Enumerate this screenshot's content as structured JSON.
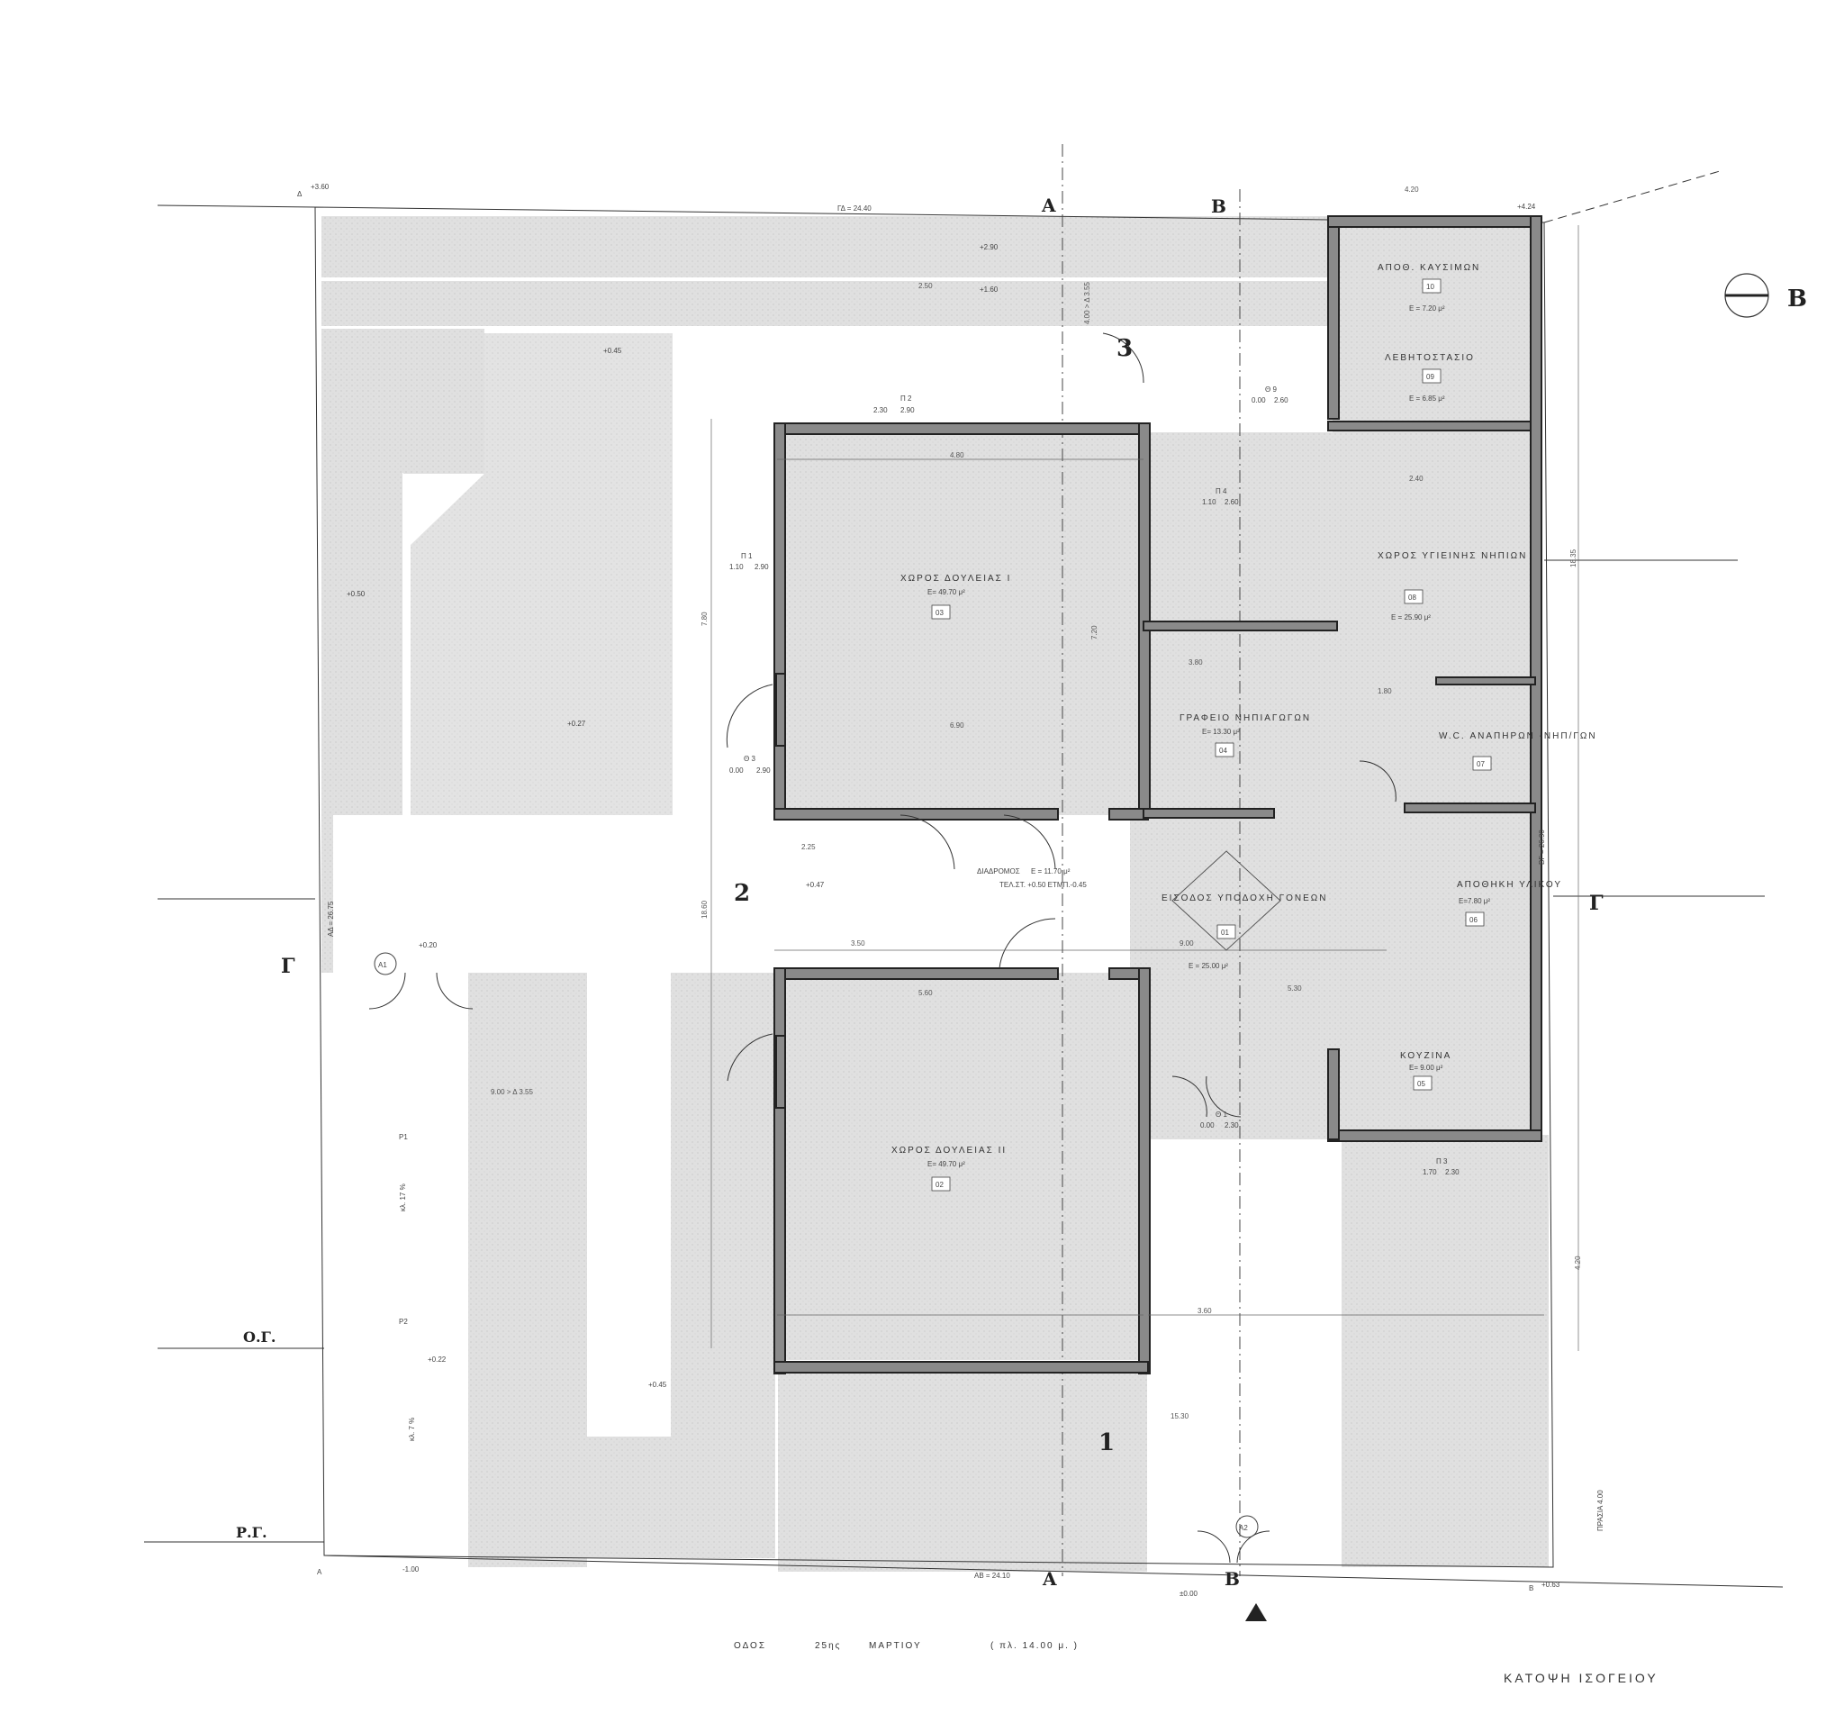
{
  "drawing_title": "ΚΑΤΟΨΗ ΙΣΟΓΕΙΟΥ",
  "street": {
    "name": "ΟΔΟΣ",
    "date_num": "25ης",
    "month": "ΜΑΡΤΙΟΥ",
    "width": "( πλ. 14.00 μ. )"
  },
  "boundary": {
    "top": "ΓΔ = 24.40",
    "bottom": "ΑΒ = 24.10",
    "left": "ΑΔ = 26.75",
    "right": "ΒΓ = 26.90",
    "corner_A": "Α",
    "corner_B": "Β",
    "corner_D": "Δ",
    "prasia": "ΠΡΑΣΙΑ 4.00",
    "od_line": "Ο.Γ.",
    "rg_line": "Ρ.Γ."
  },
  "sections": {
    "A": "Α",
    "B": "Β",
    "G": "Γ"
  },
  "outdoor_numbers": [
    "1",
    "2",
    "3"
  ],
  "rooms": [
    {
      "name": "ΧΩΡΟΣ ΔΟΥΛΕΙΑΣ Ι",
      "area": "Ε= 49.70 μ²",
      "num": "03"
    },
    {
      "name": "ΧΩΡΟΣ ΔΟΥΛΕΙΑΣ ΙΙ",
      "area": "Ε= 49.70 μ²",
      "num": "02"
    },
    {
      "name": "ΓΡΑΦΕΙΟ ΝΗΠΙΑΓΩΓΩΝ",
      "area": "Ε= 13.30 μ²",
      "num": "04"
    },
    {
      "name": "ΕΙΣΟΔΟΣ ΥΠΟΔΟΧΗ ΓΟΝΕΩΝ",
      "area": "Ε = 25.00 μ²",
      "num": "01"
    },
    {
      "name": "ΚΟΥΖΙΝΑ",
      "area": "Ε= 9.00 μ²",
      "num": "05"
    },
    {
      "name": "ΑΠΟΘΗΚΗ ΥΛΙΚΟΥ",
      "area": "Ε=7.80 μ²",
      "num": "06"
    },
    {
      "name": "W.C. ΑΝΑΠΗΡΩΝ -ΝΗΠ/ΓΩΝ",
      "area": "",
      "num": "07"
    },
    {
      "name": "ΧΩΡΟΣ ΥΓΙΕΙΝΗΣ ΝΗΠΙΩΝ",
      "area": "Ε = 25.90 μ²",
      "num": "08"
    },
    {
      "name": "ΛΕΒΗΤΟΣΤΑΣΙΟ",
      "area": "Ε = 6.85 μ²",
      "num": "09"
    },
    {
      "name": "ΑΠΟΘ. ΚΑΥΣΙΜΩΝ",
      "area": "Ε = 7.20 μ²",
      "num": "10"
    },
    {
      "name": "ΔΙΑΔΡΟΜΟΣ",
      "area": "Ε = 11.70 μ²",
      "num": ""
    }
  ],
  "levels": [
    "+3.60",
    "+2.90",
    "+1.60",
    "+0.45",
    "+0.50",
    "+0.27",
    "+0.47",
    "+0.20",
    "+0.22",
    "+0.45",
    "-1.00",
    "±0.00",
    "+4.24",
    "+0.63"
  ],
  "openings": [
    {
      "code": "Π 2",
      "a": "2.30",
      "b": "2.90"
    },
    {
      "code": "Π 1",
      "a": "1.10",
      "b": "2.90"
    },
    {
      "code": "Θ 3",
      "a": "0.00",
      "b": "2.90"
    },
    {
      "code": "Θ 1",
      "a": "0.00",
      "b": "2.30"
    },
    {
      "code": "Π 3",
      "a": "1.70",
      "b": "2.30"
    },
    {
      "code": "Θ 9",
      "a": "0.00",
      "b": "2.60"
    },
    {
      "code": "Π 4",
      "a": "1.10",
      "b": "2.60"
    }
  ],
  "parking": {
    "p1": "Ρ1",
    "p2": "Ρ2",
    "slope1": "κλ. 17 %",
    "slope2": "κλ. 7 %",
    "entry1": "Α1",
    "entry2": "Α2"
  },
  "dims": [
    "4.80",
    "6.90",
    "7.80",
    "7.20",
    "5.60",
    "3.60",
    "2.25",
    "3.50",
    "9.00",
    "5.30",
    "3.80",
    "2.40",
    "1.80",
    "4.20",
    "4.20",
    "18.60",
    "18.35",
    "15.30",
    "2.50",
    "9.00 > Δ 3.55",
    "4.00 > Δ 3.55",
    "ΤΕΛ.ΣΤ. +0.50 ΕΤΜΠ.-0.45"
  ]
}
